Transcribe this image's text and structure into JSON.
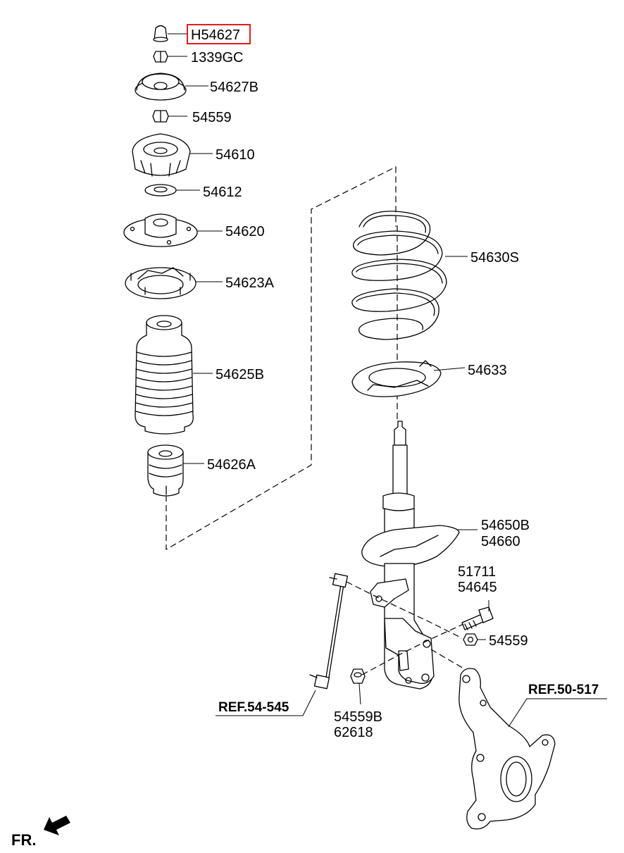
{
  "parts": {
    "p_h54627": "H54627",
    "p_1339gc": "1339GC",
    "p_54627b": "54627B",
    "p_54559_top": "54559",
    "p_54610": "54610",
    "p_54612": "54612",
    "p_54620": "54620",
    "p_54623a": "54623A",
    "p_54625b": "54625B",
    "p_54626a": "54626A",
    "p_54630s": "54630S",
    "p_54633": "54633",
    "p_54650b": "54650B",
    "p_54660": "54660",
    "p_51711": "51711",
    "p_54645": "54645",
    "p_54559_mid": "54559",
    "p_54559b": "54559B",
    "p_62618": "62618"
  },
  "refs": {
    "ref_left": "REF.54-545",
    "ref_right": "REF.50-517"
  },
  "direction": {
    "label": "FR."
  },
  "highlight": {
    "part": "H54627",
    "color": "#e0201a"
  }
}
